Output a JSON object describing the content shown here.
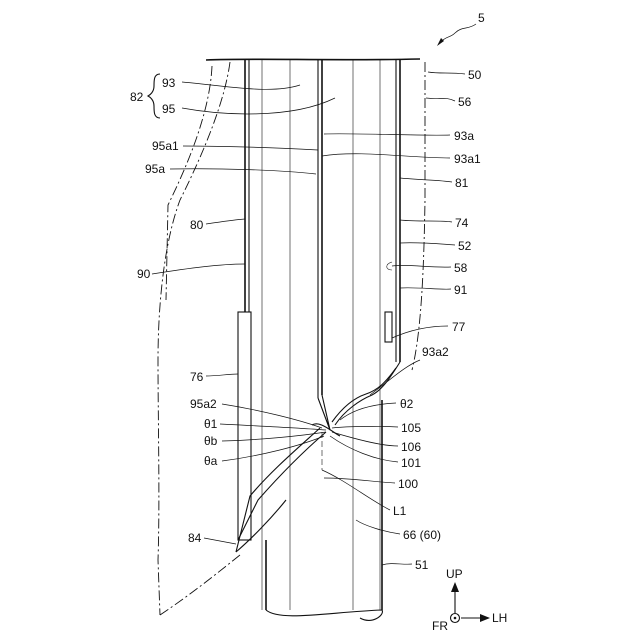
{
  "figure": {
    "ref_main": "5",
    "labels": {
      "l50": "50",
      "l56": "56",
      "l93a": "93a",
      "l93a1": "93a1",
      "l81": "81",
      "l74": "74",
      "l52": "52",
      "l58": "58",
      "l91": "91",
      "l77": "77",
      "l93a2": "93a2",
      "ltheta2": "θ2",
      "l105": "105",
      "l106": "106",
      "l101": "101",
      "l100": "100",
      "lL1": "L1",
      "l66": "66 (60)",
      "l51": "51",
      "l82": "82",
      "l93": "93",
      "l95": "95",
      "l95a1": "95a1",
      "l95a": "95a",
      "l80": "80",
      "l90": "90",
      "l76": "76",
      "l95a2": "95a2",
      "ltheta1": "θ1",
      "lthetab": "θb",
      "lthetaa": "θa",
      "l84": "84"
    },
    "axes": {
      "up": "UP",
      "fr": "FR",
      "lh": "LH"
    }
  }
}
